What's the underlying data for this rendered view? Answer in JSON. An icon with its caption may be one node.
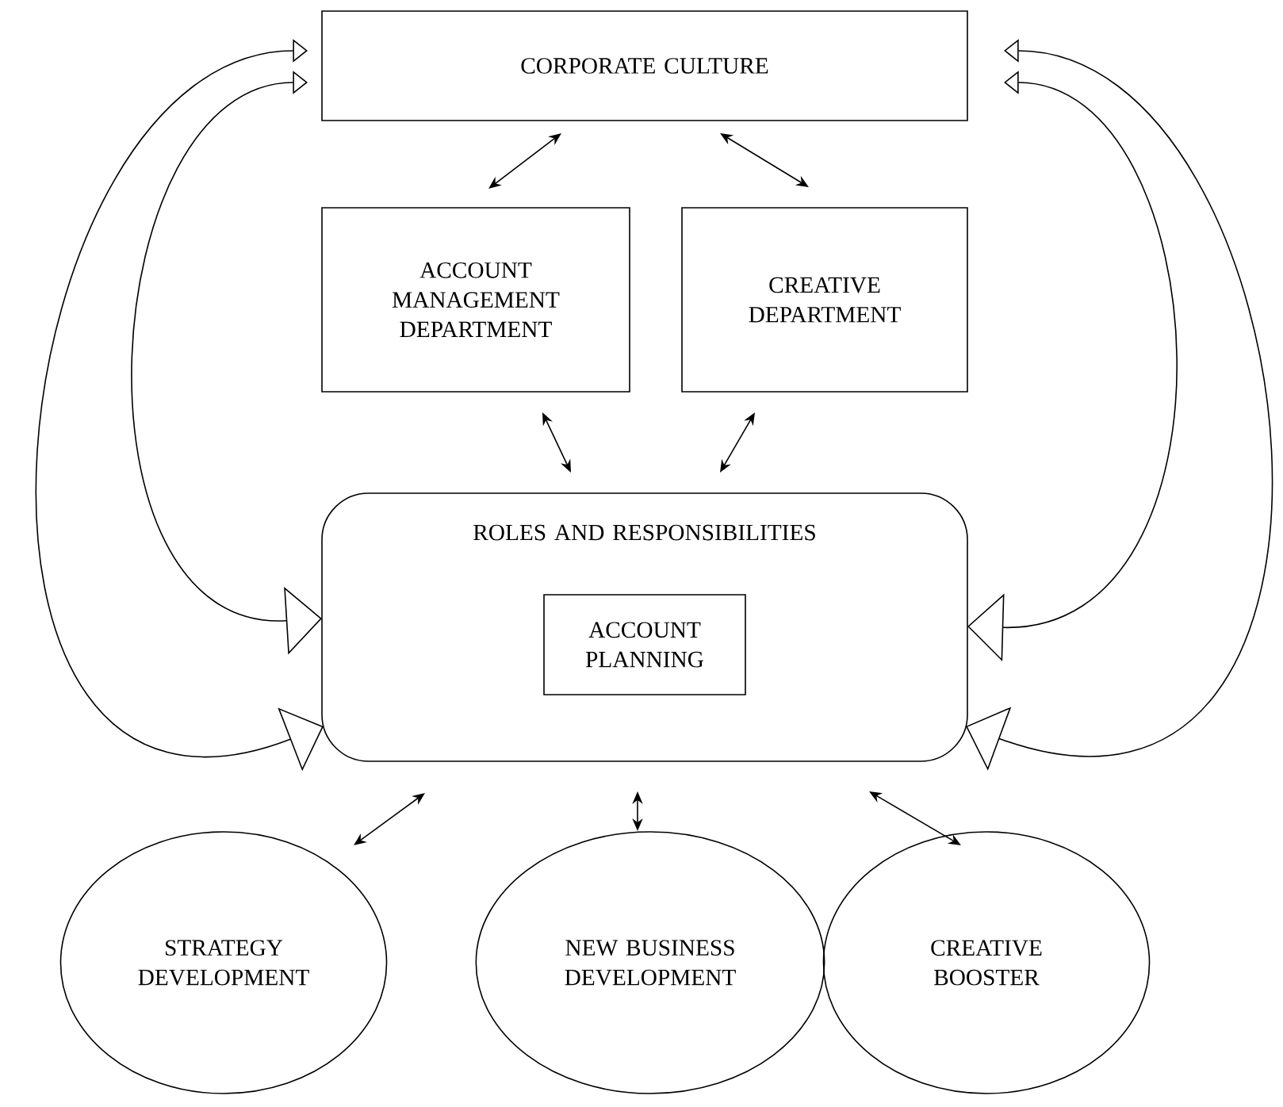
{
  "diagram": {
    "nodes": [
      {
        "text": [
          "CORPORATE CULTURE"
        ]
      },
      {
        "text": [
          "ACCOUNT MANAGEMENT DEPARTMENT"
        ]
      },
      {
        "text": [
          "CREATIVE DEPARTMENT"
        ]
      },
      {
        "text": [
          "ROLES AND RESPONSIBILITIES"
        ]
      },
      {
        "text": [
          "ACCOUNT PLANNING"
        ],
        "in": 3
      },
      {
        "text": [
          "STRATEGY DEVELOPMENT"
        ]
      },
      {
        "text": [
          "NEW BUSINESS DEVELOPMENT"
        ]
      },
      {
        "text": [
          "CREATIVE BOOSTER"
        ]
      }
    ],
    "edges": [
      {
        "from": 0,
        "to": 1,
        "arrow": "both"
      },
      {
        "from": 0,
        "to": 2,
        "arrow": "both"
      },
      {
        "from": 1,
        "to": 3,
        "arrow": "both"
      },
      {
        "from": 2,
        "to": 3,
        "arrow": "both"
      },
      {
        "from": 3,
        "to": 5,
        "arrow": "both"
      },
      {
        "from": 3,
        "to": 6,
        "arrow": "both"
      },
      {
        "from": 3,
        "to": 7,
        "arrow": "both"
      },
      {
        "from": 3,
        "to": 0,
        "arrow": "both"
      },
      {
        "from": 3,
        "to": 0,
        "arrow": "both"
      },
      {
        "from": 3,
        "to": 0,
        "arrow": "both"
      },
      {
        "from": 3,
        "to": 0,
        "arrow": "both"
      }
    ]
  }
}
